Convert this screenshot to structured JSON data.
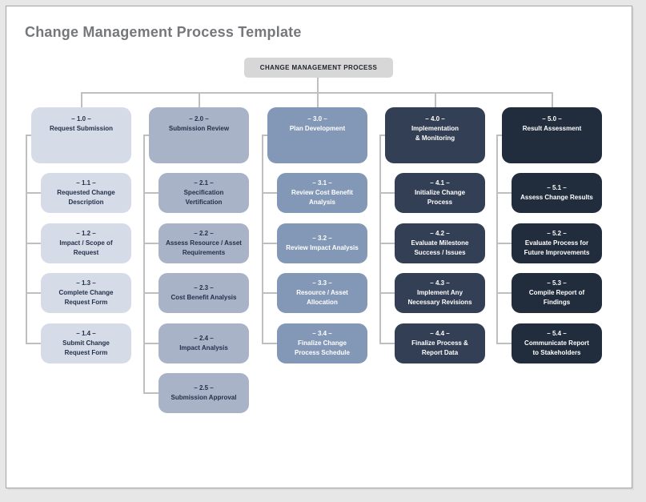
{
  "title": "Change Management Process Template",
  "root": {
    "label": "CHANGE MANAGEMENT PROCESS"
  },
  "colors": {
    "page_background": "#ffffff",
    "outer_background": "#e7e7e7",
    "title_text": "#76777b",
    "root_fill": "#d7d7d7",
    "root_text": "#20242c",
    "connector": "#bfbfbf"
  },
  "columns": [
    {
      "number": "– 1.0 –",
      "label": "Request Submission",
      "fill": "#d6dce7",
      "text_color": "#22304a",
      "children": [
        {
          "number": "– 1.1 –",
          "label": "Requested Change\nDescription"
        },
        {
          "number": "– 1.2 –",
          "label": "Impact / Scope of\nRequest"
        },
        {
          "number": "– 1.3 –",
          "label": "Complete Change\nRequest Form"
        },
        {
          "number": "– 1.4 –",
          "label": "Submit Change\nRequest Form"
        }
      ]
    },
    {
      "number": "– 2.0 –",
      "label": "Submission Review",
      "fill": "#a9b3c8",
      "text_color": "#22304a",
      "children": [
        {
          "number": "– 2.1 –",
          "label": "Specification\nVertification"
        },
        {
          "number": "– 2.2 –",
          "label": "Assess Resource / Asset\nRequirements"
        },
        {
          "number": "– 2.3 –",
          "label": "Cost Benefit Analysis"
        },
        {
          "number": "– 2.4 –",
          "label": "Impact Analysis"
        },
        {
          "number": "– 2.5 –",
          "label": "Submission Approval"
        }
      ]
    },
    {
      "number": "– 3.0 –",
      "label": "Plan Development",
      "fill": "#8398b7",
      "text_color": "#ffffff",
      "children": [
        {
          "number": "– 3.1 –",
          "label": "Review Cost Benefit\nAnalysis"
        },
        {
          "number": "– 3.2 –",
          "label": "Review Impact Analysis"
        },
        {
          "number": "– 3.3 –",
          "label": "Resource / Asset\nAllocation"
        },
        {
          "number": "– 3.4 –",
          "label": "Finalize Change\nProcess Schedule"
        }
      ]
    },
    {
      "number": "– 4.0 –",
      "label": "Implementation\n& Monitoring",
      "fill": "#333f54",
      "text_color": "#ffffff",
      "children": [
        {
          "number": "– 4.1 –",
          "label": "Initialize Change\nProcess"
        },
        {
          "number": "– 4.2 –",
          "label": "Evaluate Milestone\nSuccess / Issues"
        },
        {
          "number": "– 4.3 –",
          "label": "Implement Any\nNecessary Revisions"
        },
        {
          "number": "– 4.4 –",
          "label": "Finalize Process &\nReport Data"
        }
      ]
    },
    {
      "number": "– 5.0 –",
      "label": "Result Assessment",
      "fill": "#212c3c",
      "text_color": "#ffffff",
      "children": [
        {
          "number": "– 5.1 –",
          "label": "Assess Change Results"
        },
        {
          "number": "– 5.2 –",
          "label": "Evaluate Process for\nFuture Improvements"
        },
        {
          "number": "– 5.3 –",
          "label": "Compile Report of\nFindings"
        },
        {
          "number": "– 5.4 –",
          "label": "Communicate Report\nto Stakeholders"
        }
      ]
    }
  ]
}
